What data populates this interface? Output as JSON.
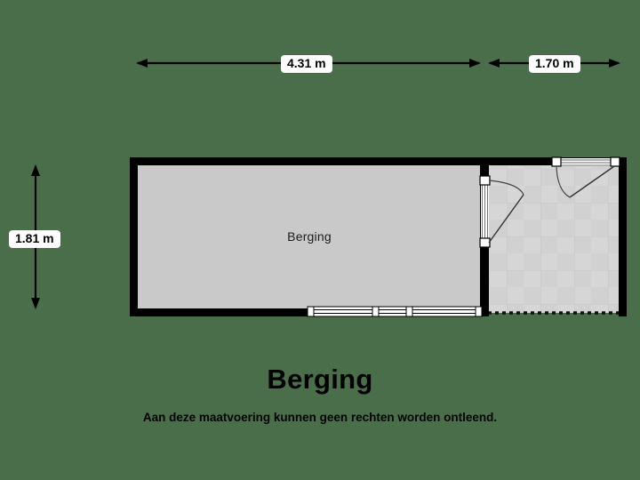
{
  "plan": {
    "title": "Berging",
    "disclaimer": "Aan deze maatvoering kunnen geen rechten worden ontleend.",
    "room_label": "Berging",
    "background_color": "#4a6e4a",
    "wall_color": "#000000",
    "room_fill_color": "#c9c9c9",
    "terrace_fill_color": "#d4d4d4",
    "text_color": "#000000"
  },
  "dimensions": {
    "top_left": {
      "value": "4.31 m",
      "orientation": "horizontal"
    },
    "top_right": {
      "value": "1.70 m",
      "orientation": "horizontal"
    },
    "left": {
      "value": "1.81 m",
      "orientation": "vertical"
    }
  },
  "spaces": [
    {
      "name": "Berging",
      "label": "Berging",
      "type": "storage-room",
      "fill": "#c9c9c9"
    },
    {
      "name": "terrace",
      "label": "",
      "type": "tiled-terrace",
      "fill": "#d4d4d4"
    }
  ],
  "openings": [
    {
      "name": "interior-door-left",
      "type": "door",
      "wall": "partition",
      "swing": "right"
    },
    {
      "name": "exterior-door-top",
      "type": "door",
      "wall": "terrace-top",
      "swing": "down-left"
    },
    {
      "name": "window-band-bottom",
      "type": "window",
      "wall": "room-bottom",
      "panels": 3
    }
  ]
}
